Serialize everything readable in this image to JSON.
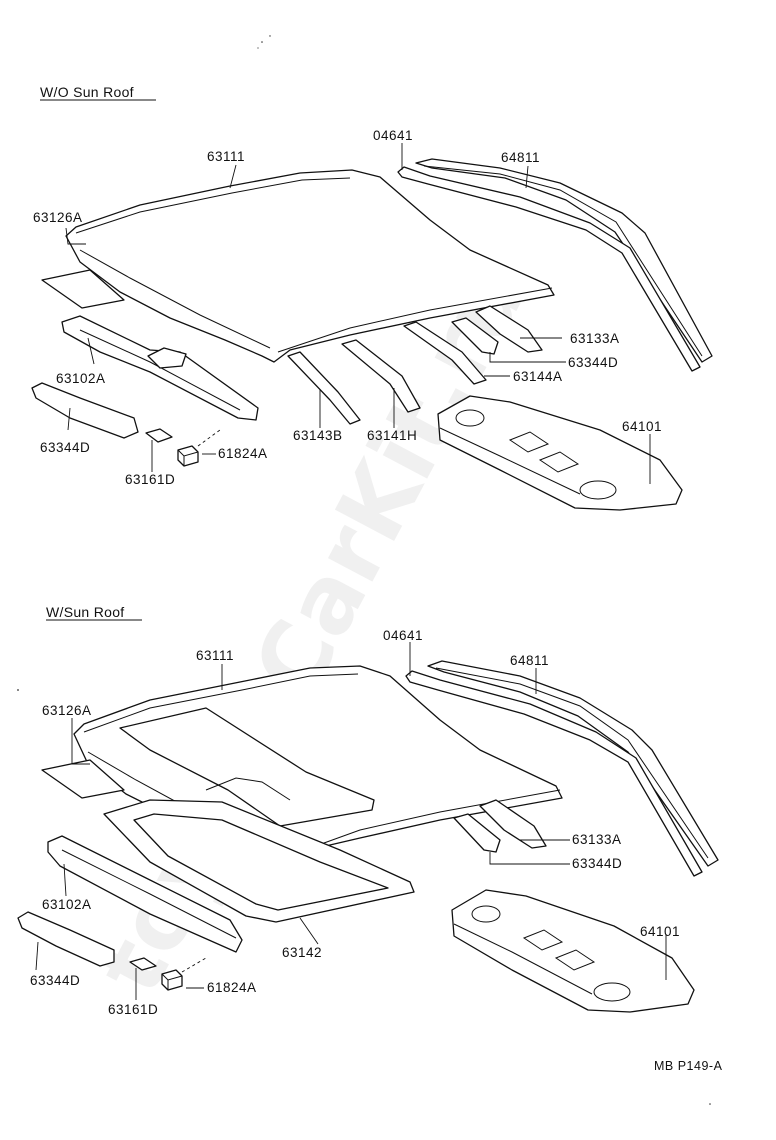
{
  "watermark": "toyotaCarKit.ru",
  "sections": {
    "top": {
      "title": "W/O Sun Roof",
      "labels": [
        "63111",
        "04641",
        "64811",
        "63126A",
        "63133A",
        "63344D",
        "63102A",
        "63144A",
        "63344D",
        "63143B",
        "63141H",
        "64101",
        "61824A",
        "63161D"
      ]
    },
    "bottom": {
      "title": "W/Sun Roof",
      "labels": [
        "63111",
        "04641",
        "64811",
        "63126A",
        "63133A",
        "63344D",
        "63102A",
        "63142",
        "64101",
        "63344D",
        "61824A",
        "63161D"
      ]
    }
  },
  "footer_code": "MB  P149-A"
}
